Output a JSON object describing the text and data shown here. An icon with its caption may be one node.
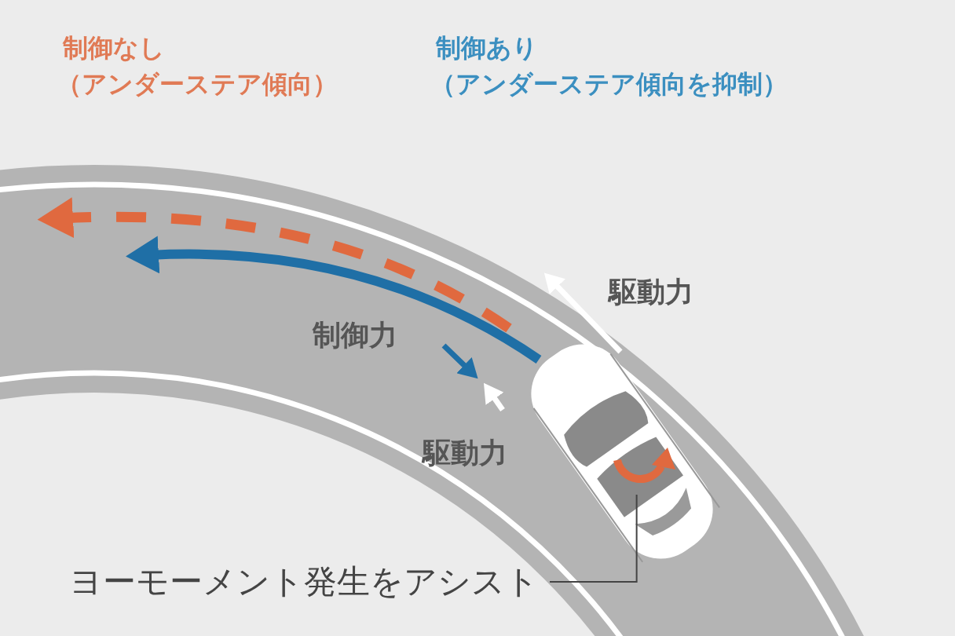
{
  "diagram": {
    "nodes": [
      {
        "text": [
          "ヨーモーメント発生をアシスト"
        ]
      },
      {
        "text": [],
        "shape": "picture"
      }
    ],
    "edges": [
      {
        "from": 0,
        "to": 1,
        "arrow": "none"
      }
    ],
    "labels": [
      "制御なし",
      "（アンダーステア傾向）",
      "制御あり",
      "（アンダーステア傾向を抑制）",
      "駆動力",
      "制御力",
      "駆動力"
    ]
  }
}
